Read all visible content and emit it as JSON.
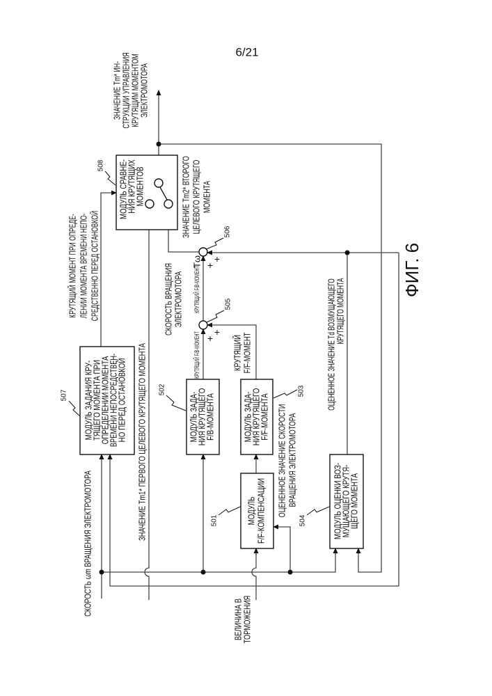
{
  "page_number": "6/21",
  "figure_label": "ФИГ. 6",
  "blocks": {
    "b501": {
      "ref": "501",
      "lines": [
        "МОДУЛЬ",
        "F/F-КОМПЕНСАЦИИ"
      ]
    },
    "b502": {
      "ref": "502",
      "lines": [
        "МОДУЛЬ ЗАДА-",
        "НИЯ КРУТЯЩЕГО",
        "F/B-МОМЕНТА"
      ]
    },
    "b503": {
      "ref": "503",
      "lines": [
        "МОДУЛЬ ЗАДА-",
        "НИЯ КРУТЯЩЕГО",
        "F/F-МОМЕНТА"
      ]
    },
    "b504": {
      "ref": "504",
      "lines": [
        "МОДУЛЬ ОЦЕНКИ ВОЗ-",
        "МУЩАЮЩЕГО КРУТЯ-",
        "ЩЕГО МОМЕНТА"
      ]
    },
    "b507": {
      "ref": "507",
      "lines": [
        "МОДУЛЬ ЗАДАНИЯ КРУ-",
        "ТЯЩЕГО МОМЕНТА ПРИ",
        "ОПРЕДЕЛЕНИИ МОМЕНТА",
        "ВРЕМЕНИ НЕПОСРЕДСТВЕН-",
        "НО ПЕРЕД ОСТАНОВКОЙ"
      ]
    },
    "b508": {
      "ref": "508",
      "lines": [
        "МОДУЛЬ СРАВНЕ-",
        "НИЯ КРУТЯЩИХ",
        "МОМЕНТОВ"
      ]
    }
  },
  "adders": {
    "a505": {
      "ref": "505",
      "sign_a": "+",
      "sign_b": "+"
    },
    "a506": {
      "ref": "506",
      "sign_a": "+",
      "sign_b": "+"
    }
  },
  "signals": {
    "wm": "СКОРОСТЬ ωm ВРАЩЕНИЯ ЭЛЕКТРОМОТОРА",
    "tm1": "ЗНАЧЕНИЕ Tm1* ПЕРВОГО ЦЕЛЕВОГО КРУТЯЩЕГО МОМЕНТА",
    "brake": [
      "ВЕЛИЧИНА В",
      "ТОРМОЖЕНИЯ"
    ],
    "stop_torque": [
      "КРУТЯЩИЙ МОМЕНТ ПРИ ОПРЕДЕ-",
      "ЛЕНИИ МОМЕНТА ВРЕМЕНИ НЕПО-",
      "СРЕДСТВЕННО ПЕРЕД ОСТАНОВКОЙ"
    ],
    "speed": [
      "СКОРОСТЬ ВРАЩЕНИЯ",
      "ЭЛЕКТРОМОТОРА"
    ],
    "tm2": [
      "ЗНАЧЕНИЕ Tm2* ВТОРОГО",
      "ЦЕЛЕВОГО КРУТЯЩЕГО",
      "МОМЕНТА"
    ],
    "tm_out": [
      "ЗНАЧЕНИЕ Tm* ИН-",
      "СТРУКЦИИ УПРАВЛЕНИЯ",
      "КРУТЯЩИМ МОМЕНТОМ",
      "ЭЛЕКТРОМОТОРА"
    ],
    "fb_in": "КРУТЯЩИЙ F/B-МОМЕНТ",
    "fb_out": "КРУТЯЩИЙ F/B-МОМЕНТ",
    "tomega": "Tω",
    "ff": [
      "КРУТЯЩИЙ",
      "F/F-МОМЕНТ"
    ],
    "est_speed": [
      "ОЦЕНЕННОЕ ЗНАЧЕНИЕ СКОРОСТИ",
      "ВРАЩЕНИЯ ЭЛЕКТРОМОТОРА"
    ],
    "td": [
      "ОЦЕНЕННОЕ ЗНАЧЕНИЕ Td ВОЗМУЩАЮЩЕГО",
      "КРУТЯЩЕГО МОМЕНТА"
    ]
  }
}
